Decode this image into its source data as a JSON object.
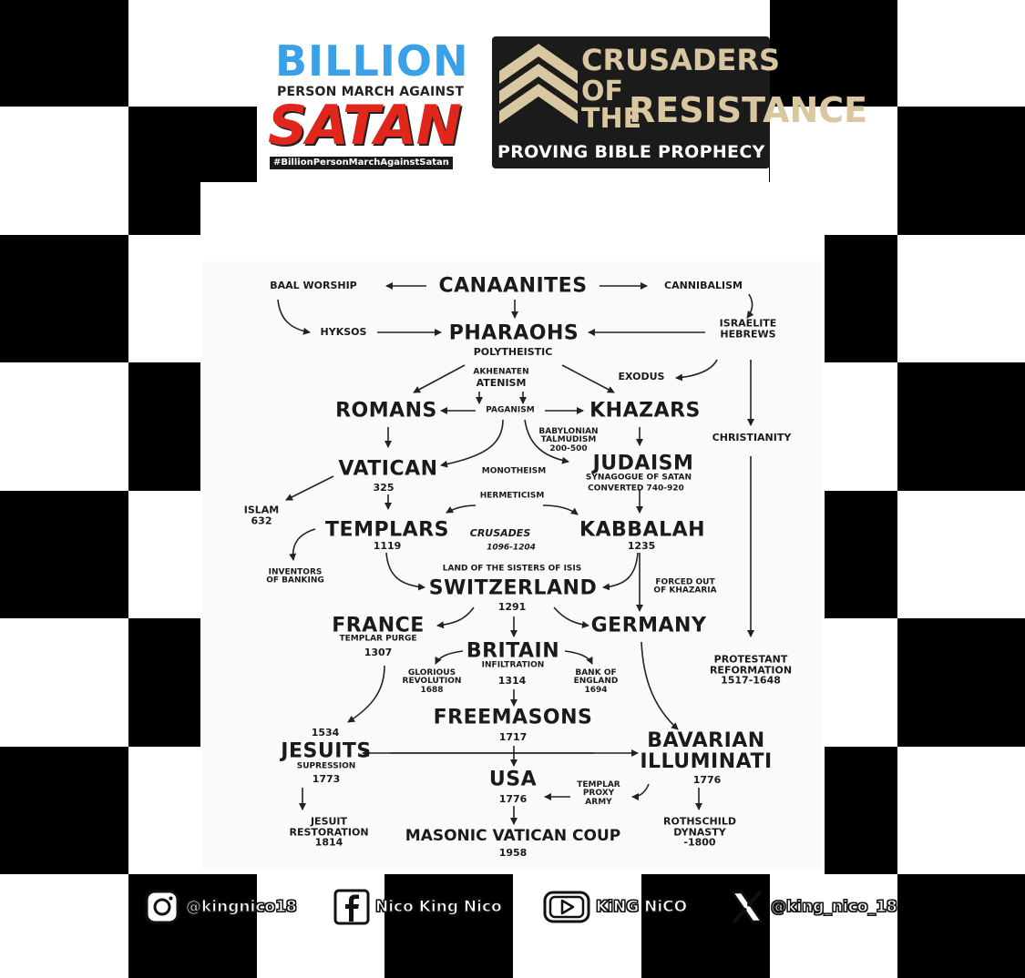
{
  "logos": {
    "billion": {
      "line1": "BILLION",
      "line2": "PERSON MARCH AGAINST",
      "line3": "SATAN",
      "hashtag": "#BillionPersonMarchAgainstSatan"
    },
    "crusaders": {
      "line1": "CRUSADERS",
      "line2": "OF",
      "line3": "THE",
      "line4": "RESISTANCE",
      "tagline": "PROVING BIBLE PROPHECY"
    }
  },
  "diagram": {
    "nodes": {
      "baal": "BAAL WORSHIP",
      "canaanites": "CANAANITES",
      "cannibalism": "CANNIBALISM",
      "hyksos": "HYKSOS",
      "pharaohs": "PHARAOHS",
      "polytheistic": "POLYTHEISTIC",
      "israelite1": "ISRAELITE",
      "israelite2": "HEBREWS",
      "akhenaten": "AKHENATEN",
      "atenism": "ATENISM",
      "exodus": "EXODUS",
      "romans": "ROMANS",
      "paganism": "PAGANISM",
      "khazars": "KHAZARS",
      "babylonian1": "BABYLONIAN",
      "babylonian2": "TALMUDISM",
      "babylonian3": "200-500",
      "christianity": "CHRISTIANITY",
      "vatican": "VATICAN",
      "vatican_year": "325",
      "monotheism": "MONOTHEISM",
      "judaism": "JUDAISM",
      "synagogue": "SYNAGOGUE OF SATAN",
      "converted": "CONVERTED 740-920",
      "islam": "ISLAM",
      "islam_year": "632",
      "hermeticism": "HERMETICISM",
      "templars": "TEMPLARS",
      "templars_year": "1119",
      "crusades": "CRUSADES",
      "crusades_years": "1096-1204",
      "kabbalah": "KABBALAH",
      "kabbalah_year": "1235",
      "inventors1": "INVENTORS",
      "inventors2": "OF BANKING",
      "land_isis": "LAND OF THE SISTERS OF ISIS",
      "switzerland": "SWITZERLAND",
      "switzerland_year": "1291",
      "forced1": "FORCED OUT",
      "forced2": "OF KHAZARIA",
      "france": "FRANCE",
      "templar_purge": "TEMPLAR PURGE",
      "france_year": "1307",
      "germany": "GERMANY",
      "britain": "BRITAIN",
      "infiltration": "INFILTRATION",
      "britain_year": "1314",
      "glorious1": "GLORIOUS",
      "glorious2": "REVOLUTION",
      "glorious3": "1688",
      "bank1": "BANK OF",
      "bank2": "ENGLAND",
      "bank3": "1694",
      "protestant1": "PROTESTANT",
      "protestant2": "REFORMATION",
      "protestant3": "1517-1648",
      "freemasons": "FREEMASONS",
      "freemasons_year": "1717",
      "jesuits_year_top": "1534",
      "jesuits": "JESUITS",
      "supression": "SUPRESSION",
      "supression_year": "1773",
      "bavarian1": "BAVARIAN",
      "bavarian2": "ILLUMINATI",
      "bavarian_year": "1776",
      "usa": "USA",
      "usa_year": "1776",
      "templar_proxy1": "TEMPLAR",
      "templar_proxy2": "PROXY",
      "templar_proxy3": "ARMY",
      "jesuit_rest1": "JESUIT",
      "jesuit_rest2": "RESTORATION",
      "jesuit_rest3": "1814",
      "masonic": "MASONIC VATICAN COUP",
      "masonic_year": "1958",
      "rothschild1": "ROTHSCHILD",
      "rothschild2": "DYNASTY",
      "rothschild3": "-1800"
    }
  },
  "social": {
    "instagram": "@kingnico18",
    "facebook": "Nico King Nico",
    "youtube": "KiNG NiCO",
    "x": "@king_nico_18"
  },
  "colors": {
    "checker_dark": "#000000",
    "checker_light": "#ffffff",
    "billion_blue": "#3aa0e8",
    "satan_red": "#e1261c",
    "crusaders_gold": "#d8c7a0"
  }
}
